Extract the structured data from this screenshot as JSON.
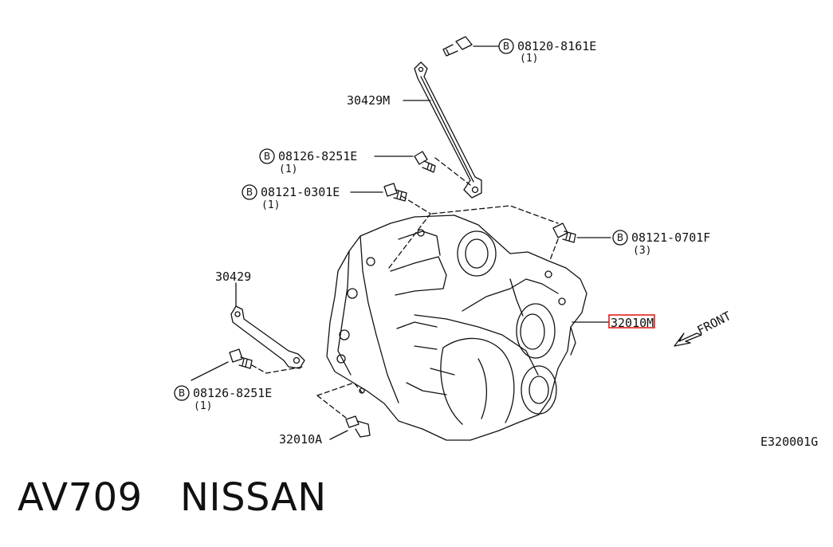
{
  "caption": {
    "model": "AV709",
    "brand": "NISSAN"
  },
  "diagram_code": "E320001G",
  "front_label": "FRONT",
  "highlight_color": "#e0201c",
  "callouts": [
    {
      "id": "bolt-top",
      "bolt": true,
      "part": "08120-8161E",
      "qty": "(1)"
    },
    {
      "id": "rod-upper",
      "bolt": false,
      "part": "30429M"
    },
    {
      "id": "bolt-rod",
      "bolt": true,
      "part": "08126-8251E",
      "qty": "(1)"
    },
    {
      "id": "bolt-case",
      "bolt": true,
      "part": "08121-0301E",
      "qty": "(1)"
    },
    {
      "id": "bolt-right",
      "bolt": true,
      "part": "08121-0701F",
      "qty": "(3)"
    },
    {
      "id": "bracket",
      "bolt": false,
      "part": "30429"
    },
    {
      "id": "bolt-bracket",
      "bolt": true,
      "part": "08126-8251E",
      "qty": "(1)"
    },
    {
      "id": "plug",
      "bolt": false,
      "part": "32010A"
    },
    {
      "id": "transmission",
      "bolt": false,
      "part": "32010M",
      "highlighted": true
    }
  ],
  "bolt_marker": "B"
}
